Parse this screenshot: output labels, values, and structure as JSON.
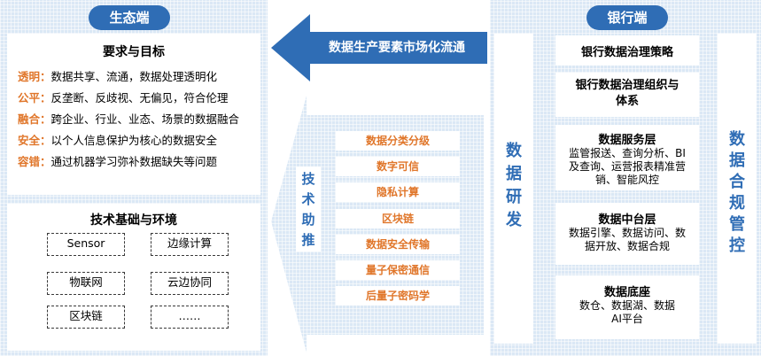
{
  "left": {
    "title": "生态端",
    "requirements": {
      "title": "要求与目标",
      "items": [
        {
          "key": "透明：",
          "text": "数据共享、流通，数据处理透明化"
        },
        {
          "key": "公平：",
          "text": "反垄断、反歧视、无偏见，符合伦理"
        },
        {
          "key": "融合：",
          "text": "跨企业、行业、业态、场景的数据融合"
        },
        {
          "key": "安全：",
          "text": "以个人信息保护为核心的数据安全"
        },
        {
          "key": "容错：",
          "text": "通过机器学习弥补数据缺失等问题"
        }
      ]
    },
    "foundation": {
      "title": "技术基础与环境",
      "items": [
        "Sensor",
        "边缘计算",
        "物联网",
        "云边协同",
        "区块链",
        "……"
      ]
    }
  },
  "arrow_top": {
    "label": "数据生产要素市场化流通"
  },
  "tech_support": {
    "label": "技术助推",
    "items": [
      "数据分类分级",
      "数字可信",
      "隐私计算",
      "区块链",
      "数据安全传输",
      "量子保密通信",
      "后量子密码学"
    ]
  },
  "right": {
    "title": "银行端",
    "rnd_label": "数据研发",
    "compliance_label": "数据合规管控",
    "boxes": [
      {
        "title": "银行数据治理策略",
        "desc": ""
      },
      {
        "title": "银行数据治理组织与体系",
        "desc": ""
      },
      {
        "title": "数据服务层",
        "desc": "监管报送、查询分析、BI及查询、运营报表精准营销、智能风控"
      },
      {
        "title": "数据中台层",
        "desc": "数据引擎、数据访问、数据开放、数据合规"
      },
      {
        "title": "数据底座",
        "desc": "数仓、数据湖、数据AI平台"
      }
    ]
  },
  "colors": {
    "accent": "#2f6db5",
    "orange": "#e0762a",
    "panel": "#dbe8f5"
  }
}
